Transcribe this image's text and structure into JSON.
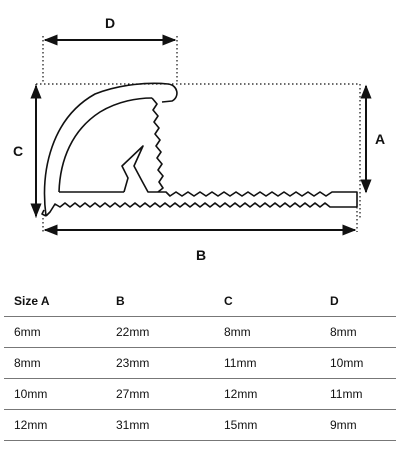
{
  "diagram": {
    "labels": {
      "a": "A",
      "b": "B",
      "c": "C",
      "d": "D"
    }
  },
  "table": {
    "headers": [
      "Size A",
      "B",
      "C",
      "D"
    ],
    "rows": [
      [
        "6mm",
        "22mm",
        "8mm",
        "8mm"
      ],
      [
        "8mm",
        "23mm",
        "11mm",
        "10mm"
      ],
      [
        "10mm",
        "27mm",
        "12mm",
        "11mm"
      ],
      [
        "12mm",
        "31mm",
        "15mm",
        "9mm"
      ]
    ]
  }
}
